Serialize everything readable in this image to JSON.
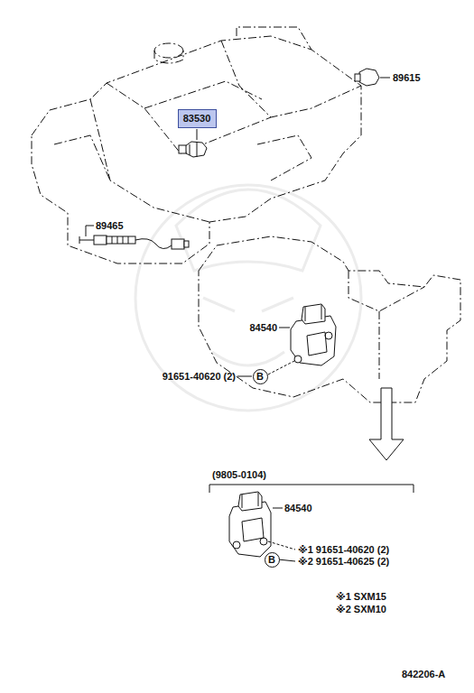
{
  "diagram": {
    "nodes": [
      {
        "text": [
          "83530"
        ]
      },
      {
        "text": [
          "B"
        ]
      },
      {
        "text": [
          "B"
        ]
      }
    ],
    "labels": [
      "89615",
      "89465",
      "84540",
      "91651-40620 (2)",
      "(9805-0104)",
      "84540",
      "※1 91651-40620 (2)",
      "※2 91651-40625 (2)",
      "※1 SXM15",
      "※2 SXM10",
      "842206-A"
    ]
  }
}
